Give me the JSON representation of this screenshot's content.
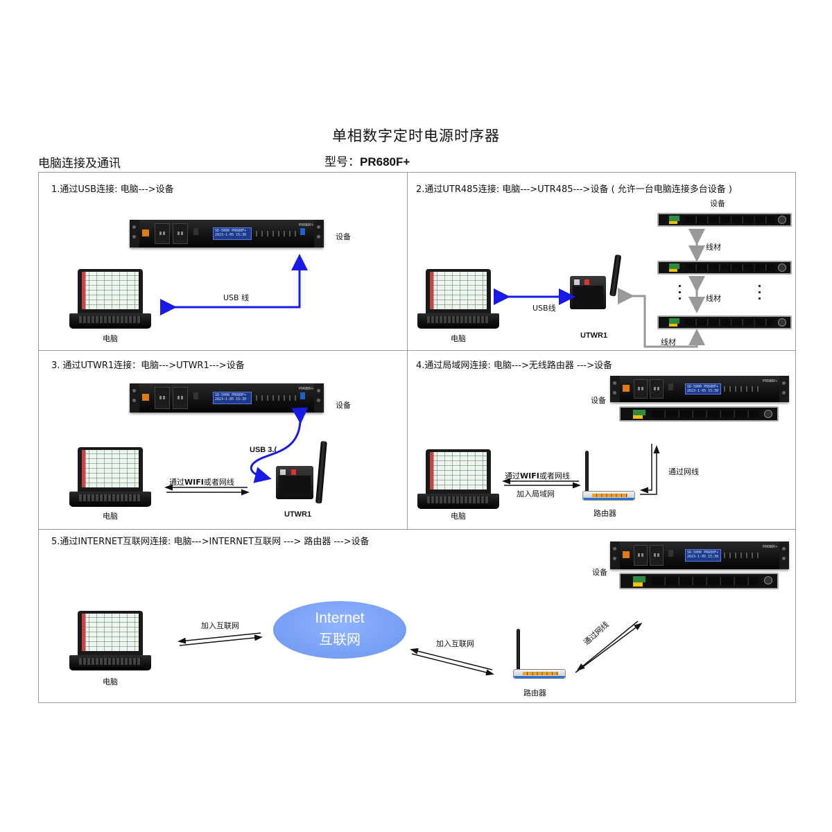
{
  "header": {
    "title": "单相数字定时电源时序器",
    "section": "电脑连接及通讯",
    "model_label": "型号：",
    "model_value": "PR680F+"
  },
  "panels": {
    "p1": {
      "title": "1.通过USB连接:  电脑--->设备",
      "device": "设备",
      "cable": "USB  线",
      "pc": "电脑"
    },
    "p2": {
      "title": "2.通过UTR485连接:  电脑--->UTR485--->设备 ( 允许一台电脑连接多台设备 )",
      "device": "设备",
      "wire1": "线材",
      "wire2": "线材",
      "wire3": "线材",
      "usb": "USB线",
      "pc": "电脑",
      "hub": "UTWR1"
    },
    "p3": {
      "title": "3. 通过UTWR1连接：电脑--->UTWR1--->设备",
      "device": "设备",
      "usb": "USB 3.(",
      "wifi_pre": "通过",
      "wifi_bold": "WIFI",
      "wifi_post": "或者网线",
      "pc": "电脑",
      "hub": "UTWR1"
    },
    "p4": {
      "title": "4.通过局域网连接:  电脑--->无线路由器 --->设备",
      "device": "设备",
      "net": "通过网线",
      "wifi_pre": "通过",
      "wifi_bold": "WIFI",
      "wifi_post": "或者网线",
      "lan": "加入局域网",
      "pc": "电脑",
      "router": "路由器"
    },
    "p5": {
      "title": "5.通过INTERNET互联网连接:  电脑--->INTERNET互联网 ---> 路由器 --->设备",
      "device": "设备",
      "join1": "加入互联网",
      "cloud_en": "Internet",
      "cloud_cn": "互联网",
      "join2": "加入互联网",
      "net": "通过网线",
      "pc": "电脑",
      "router": "路由器"
    }
  },
  "device": {
    "model_tag": "PR680F+",
    "lcd_line1": "SD-5000 PR680F+",
    "lcd_line2": "2023-1-05 15:30"
  },
  "colors": {
    "arrow_blue": "#1a1ae6",
    "arrow_gray": "#999999",
    "cloud": "#7aa2f7"
  }
}
